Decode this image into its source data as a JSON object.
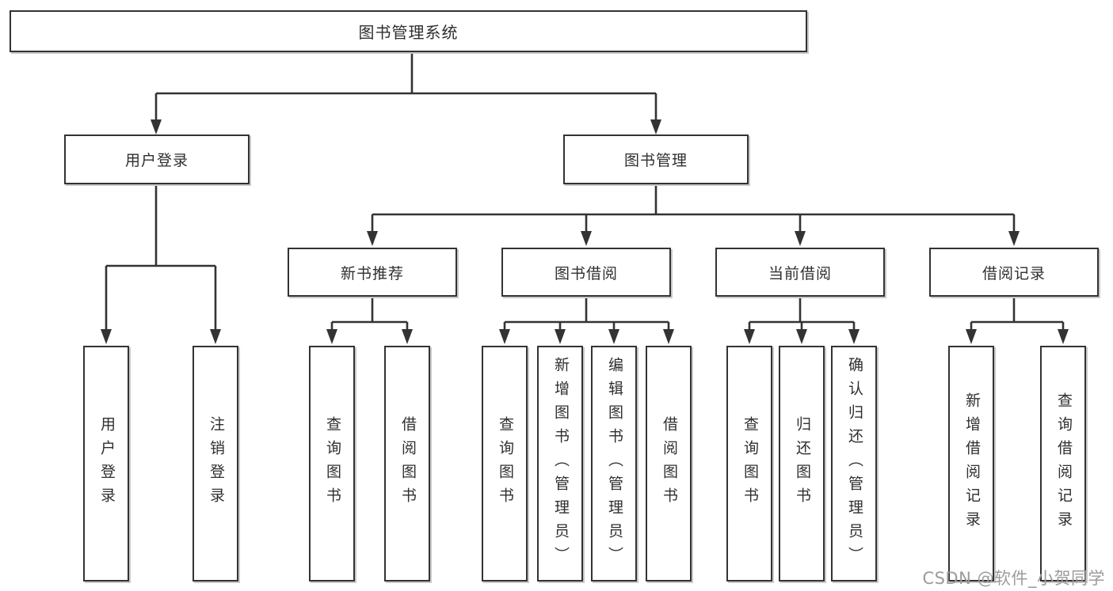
{
  "tree": {
    "root": "图书管理系统",
    "branches": [
      {
        "label": "用户登录",
        "children": [
          "用户登录",
          "注销登录"
        ]
      },
      {
        "label": "图书管理",
        "groups": [
          {
            "label": "新书推荐",
            "children": [
              "查询图书",
              "借阅图书"
            ]
          },
          {
            "label": "图书借阅",
            "children": [
              "查询图书",
              "新增图书（管理员）",
              "编辑图书（管理员）",
              "借阅图书"
            ]
          },
          {
            "label": "当前借阅",
            "children": [
              "查询图书",
              "归还图书",
              "确认归还（管理员）"
            ]
          },
          {
            "label": "借阅记录",
            "children": [
              "新增借阅记录",
              "查询借阅记录"
            ]
          }
        ]
      }
    ]
  },
  "watermark": {
    "text": "CSDN @软件_小贺同学"
  },
  "colors": {
    "line": "#333333",
    "box_border": "#333333",
    "box_fill": "#ffffff",
    "text": "#2f2f2f",
    "watermark": "#9b9b9b"
  }
}
